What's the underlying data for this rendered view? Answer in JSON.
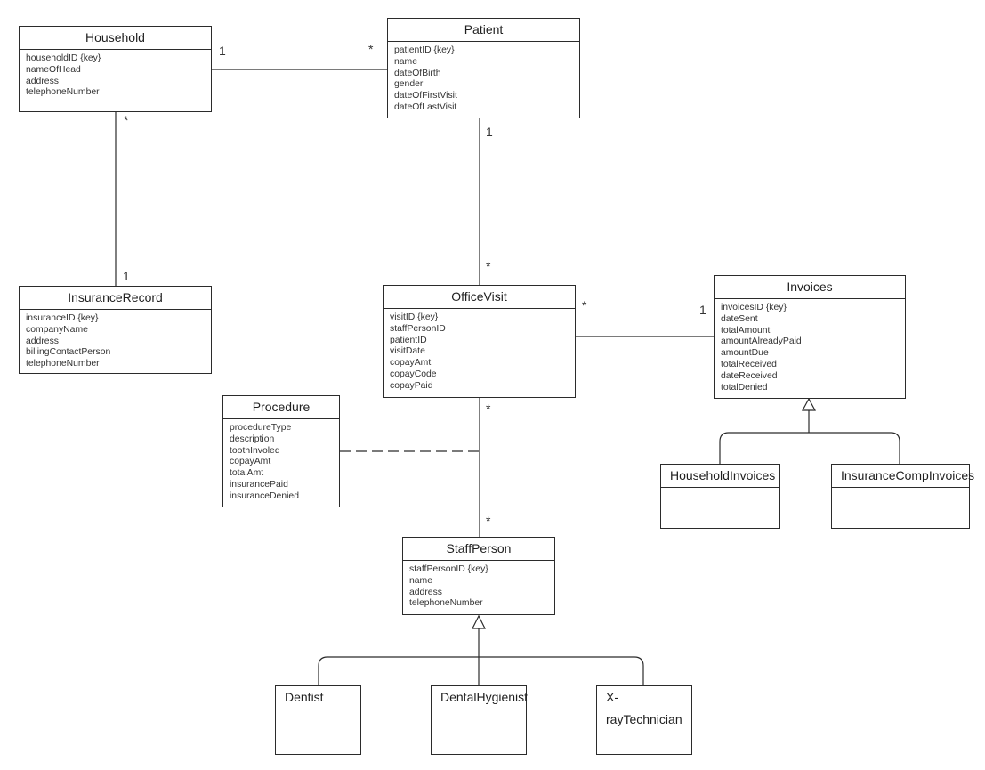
{
  "classes": {
    "household": {
      "name": "Household",
      "attributes": [
        "householdID {key}",
        "nameOfHead",
        "address",
        "telephoneNumber"
      ]
    },
    "patient": {
      "name": "Patient",
      "attributes": [
        "patientID {key}",
        "name",
        "dateOfBirth",
        "gender",
        "dateOfFirstVisit",
        "dateOfLastVisit"
      ]
    },
    "insurance_record": {
      "name": "InsuranceRecord",
      "attributes": [
        "insuranceID {key}",
        "companyName",
        "address",
        "billingContactPerson",
        "telephoneNumber"
      ]
    },
    "office_visit": {
      "name": "OfficeVisit",
      "attributes": [
        "visitID {key}",
        "staffPersonID",
        "patientID",
        "visitDate",
        "copayAmt",
        "copayCode",
        "copayPaid"
      ]
    },
    "invoices": {
      "name": "Invoices",
      "attributes": [
        "invoicesID {key}",
        "dateSent",
        "totalAmount",
        "amountAlreadyPaid",
        "amountDue",
        "totalReceived",
        "dateReceived",
        "totalDenied"
      ]
    },
    "procedure": {
      "name": "Procedure",
      "attributes": [
        "procedureType",
        "description",
        "toothInvoled",
        "copayAmt",
        "totalAmt",
        "insurancePaid",
        "insuranceDenied"
      ]
    },
    "staff_person": {
      "name": "StaffPerson",
      "attributes": [
        "staffPersonID {key}",
        "name",
        "address",
        "telephoneNumber"
      ]
    },
    "household_invoices": {
      "name": "HouseholdInvoices"
    },
    "insurance_comp_invoices": {
      "name": "InsuranceCompInvoices"
    },
    "dentist": {
      "name": "Dentist"
    },
    "dental_hygienist": {
      "name": "DentalHygienist"
    },
    "xray_technician": {
      "name": "X-rayTechnician"
    }
  },
  "multiplicities": {
    "household_patient_household_end": "1",
    "household_patient_patient_end": "*",
    "household_insurance_household_end": "*",
    "household_insurance_insurance_end": "1",
    "patient_visit_patient_end": "1",
    "patient_visit_visit_end": "*",
    "visit_invoices_visit_end": "*",
    "visit_invoices_invoices_end": "1",
    "visit_staff_visit_end": "*",
    "visit_staff_staff_end": "*"
  }
}
